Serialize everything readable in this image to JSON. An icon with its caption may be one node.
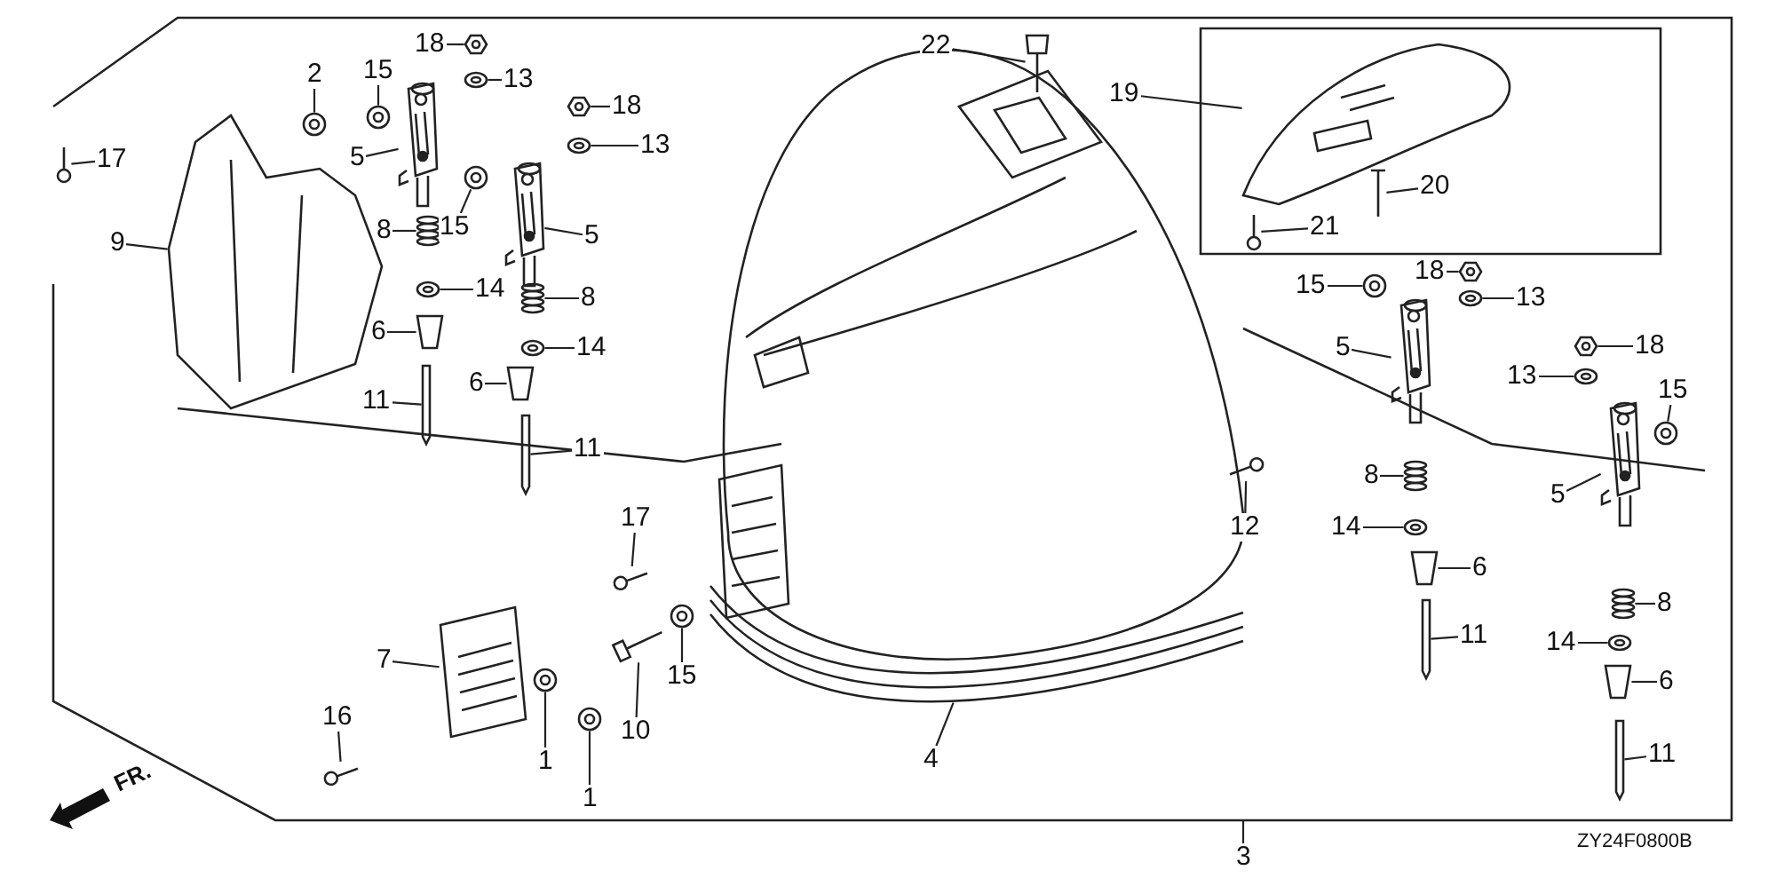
{
  "diagram": {
    "nodes": [
      {
        "text": [
          "2"
        ]
      },
      {
        "text": [
          "15"
        ]
      },
      {
        "text": [
          "18"
        ]
      },
      {
        "text": [
          "13"
        ]
      },
      {
        "text": [
          "5"
        ]
      },
      {
        "text": [
          "18"
        ]
      },
      {
        "text": [
          "13"
        ]
      },
      {
        "text": [
          "17"
        ]
      },
      {
        "text": [
          "9"
        ]
      },
      {
        "text": [
          "15"
        ]
      },
      {
        "text": [
          "5"
        ]
      },
      {
        "text": [
          "8"
        ]
      },
      {
        "text": [
          "14"
        ]
      },
      {
        "text": [
          "6"
        ]
      },
      {
        "text": [
          "8"
        ]
      },
      {
        "text": [
          "14"
        ]
      },
      {
        "text": [
          "6"
        ]
      },
      {
        "text": [
          "11"
        ]
      },
      {
        "text": [
          "11"
        ]
      },
      {
        "text": [
          "22"
        ]
      },
      {
        "text": [
          "19"
        ]
      },
      {
        "text": [
          "20"
        ]
      },
      {
        "text": [
          "21"
        ]
      },
      {
        "text": [
          "17"
        ]
      },
      {
        "text": [
          "7"
        ]
      },
      {
        "text": [
          "16"
        ]
      },
      {
        "text": [
          "15"
        ]
      },
      {
        "text": [
          "10"
        ]
      },
      {
        "text": [
          "1"
        ]
      },
      {
        "text": [
          "1"
        ]
      },
      {
        "text": [
          "4"
        ]
      },
      {
        "text": [
          "12"
        ]
      },
      {
        "text": [
          "3"
        ]
      },
      {
        "text": [
          "15"
        ]
      },
      {
        "text": [
          "18"
        ]
      },
      {
        "text": [
          "13"
        ]
      },
      {
        "text": [
          "5"
        ]
      },
      {
        "text": [
          "18"
        ]
      },
      {
        "text": [
          "13"
        ]
      },
      {
        "text": [
          "15"
        ]
      },
      {
        "text": [
          "5"
        ]
      },
      {
        "text": [
          "8"
        ]
      },
      {
        "text": [
          "14"
        ]
      },
      {
        "text": [
          "6"
        ]
      },
      {
        "text": [
          "11"
        ]
      },
      {
        "text": [
          "8"
        ]
      },
      {
        "text": [
          "14"
        ]
      },
      {
        "text": [
          "6"
        ]
      },
      {
        "text": [
          "11"
        ]
      },
      {
        "text": [],
        "shape": "picture"
      },
      {
        "text": [],
        "shape": "picture"
      },
      {
        "text": [],
        "shape": "picture"
      },
      {
        "text": [],
        "shape": "picture"
      },
      {
        "text": [],
        "shape": "picture"
      },
      {
        "text": [],
        "shape": "picture"
      },
      {
        "text": [],
        "shape": "picture"
      },
      {
        "text": [],
        "shape": "picture"
      },
      {
        "text": [],
        "shape": "picture"
      },
      {
        "text": [],
        "shape": "picture"
      },
      {
        "text": [],
        "shape": "picture"
      },
      {
        "text": [],
        "shape": "picture"
      },
      {
        "text": [],
        "shape": "picture"
      },
      {
        "text": [],
        "shape": "picture"
      },
      {
        "text": [],
        "shape": "picture"
      },
      {
        "text": [],
        "shape": "picture"
      },
      {
        "text": [],
        "shape": "picture"
      },
      {
        "text": [],
        "shape": "picture"
      },
      {
        "text": [],
        "shape": "picture"
      },
      {
        "text": [],
        "shape": "picture"
      },
      {
        "text": [],
        "shape": "picture"
      },
      {
        "text": [],
        "shape": "picture"
      },
      {
        "text": [],
        "shape": "picture"
      },
      {
        "text": [],
        "shape": "picture"
      },
      {
        "text": [],
        "shape": "picture"
      },
      {
        "text": [],
        "shape": "picture"
      },
      {
        "text": [],
        "shape": "picture"
      },
      {
        "text": [],
        "shape": "picture"
      },
      {
        "text": [],
        "shape": "picture"
      },
      {
        "text": [],
        "shape": "picture"
      },
      {
        "text": [],
        "shape": "picture"
      },
      {
        "text": [],
        "shape": "picture"
      },
      {
        "text": [],
        "shape": "picture"
      },
      {
        "text": [],
        "shape": "picture"
      },
      {
        "text": [],
        "shape": "picture"
      },
      {
        "text": [],
        "shape": "picture"
      },
      {
        "text": [],
        "shape": "picture"
      },
      {
        "text": [],
        "shape": "picture"
      },
      {
        "text": [],
        "shape": "picture"
      },
      {
        "text": [],
        "shape": "picture"
      },
      {
        "text": [],
        "shape": "picture"
      },
      {
        "text": [],
        "shape": "picture"
      },
      {
        "text": [],
        "shape": "picture"
      },
      {
        "text": [],
        "shape": "picture"
      },
      {
        "text": [],
        "shape": "picture"
      },
      {
        "text": [],
        "shape": "picture"
      },
      {
        "text": [],
        "shape": "picture"
      },
      {
        "text": [],
        "shape": "picture"
      }
    ],
    "edges": [
      {
        "from": 0,
        "to": 49,
        "arrow": "none"
      },
      {
        "from": 1,
        "to": 50,
        "arrow": "none"
      },
      {
        "from": 2,
        "to": 51,
        "arrow": "none"
      },
      {
        "from": 3,
        "to": 52,
        "arrow": "none"
      },
      {
        "from": 4,
        "to": 53,
        "arrow": "none"
      },
      {
        "from": 5,
        "to": 54,
        "arrow": "none"
      },
      {
        "from": 6,
        "to": 55,
        "arrow": "none"
      },
      {
        "from": 7,
        "to": 56,
        "arrow": "none"
      },
      {
        "from": 8,
        "to": 57,
        "arrow": "none"
      },
      {
        "from": 9,
        "to": 58,
        "arrow": "none"
      },
      {
        "from": 10,
        "to": 59,
        "arrow": "none"
      },
      {
        "from": 11,
        "to": 60,
        "arrow": "none"
      },
      {
        "from": 12,
        "to": 61,
        "arrow": "none"
      },
      {
        "from": 13,
        "to": 62,
        "arrow": "none"
      },
      {
        "from": 14,
        "to": 63,
        "arrow": "none"
      },
      {
        "from": 15,
        "to": 64,
        "arrow": "none"
      },
      {
        "from": 16,
        "to": 65,
        "arrow": "none"
      },
      {
        "from": 17,
        "to": 66,
        "arrow": "none"
      },
      {
        "from": 18,
        "to": 67,
        "arrow": "none"
      },
      {
        "from": 19,
        "to": 68,
        "arrow": "none"
      },
      {
        "from": 20,
        "to": 69,
        "arrow": "none"
      },
      {
        "from": 21,
        "to": 70,
        "arrow": "none"
      },
      {
        "from": 22,
        "to": 71,
        "arrow": "none"
      },
      {
        "from": 23,
        "to": 72,
        "arrow": "none"
      },
      {
        "from": 24,
        "to": 73,
        "arrow": "none"
      },
      {
        "from": 25,
        "to": 74,
        "arrow": "none"
      },
      {
        "from": 26,
        "to": 75,
        "arrow": "none"
      },
      {
        "from": 27,
        "to": 76,
        "arrow": "none"
      },
      {
        "from": 28,
        "to": 77,
        "arrow": "none"
      },
      {
        "from": 29,
        "to": 78,
        "arrow": "none"
      },
      {
        "from": 30,
        "to": 79,
        "arrow": "none"
      },
      {
        "from": 31,
        "to": 80,
        "arrow": "none"
      },
      {
        "from": 32,
        "to": null,
        "arrow": "none"
      },
      {
        "from": 33,
        "to": 81,
        "arrow": "none"
      },
      {
        "from": 34,
        "to": 82,
        "arrow": "none"
      },
      {
        "from": 35,
        "to": 83,
        "arrow": "none"
      },
      {
        "from": 36,
        "to": 84,
        "arrow": "none"
      },
      {
        "from": 37,
        "to": 85,
        "arrow": "none"
      },
      {
        "from": 38,
        "to": 86,
        "arrow": "none"
      },
      {
        "from": 39,
        "to": 87,
        "arrow": "none"
      },
      {
        "from": 40,
        "to": 88,
        "arrow": "none"
      },
      {
        "from": 41,
        "to": 89,
        "arrow": "none"
      },
      {
        "from": 42,
        "to": 90,
        "arrow": "none"
      },
      {
        "from": 43,
        "to": 91,
        "arrow": "none"
      },
      {
        "from": 44,
        "to": 92,
        "arrow": "none"
      },
      {
        "from": 45,
        "to": 93,
        "arrow": "none"
      },
      {
        "from": 46,
        "to": 94,
        "arrow": "none"
      },
      {
        "from": 47,
        "to": 95,
        "arrow": "none"
      },
      {
        "from": 48,
        "to": 96,
        "arrow": "none"
      }
    ],
    "labels": [
      "FR.",
      "ZY24F0800B"
    ]
  }
}
